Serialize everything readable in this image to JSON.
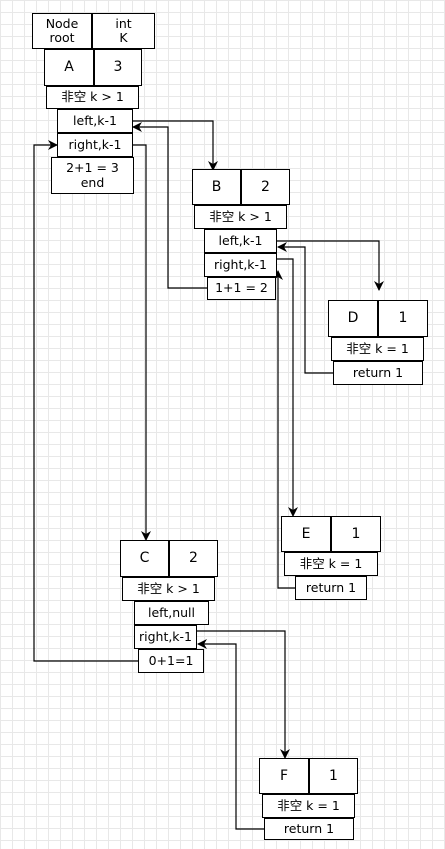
{
  "header": {
    "node_label": "Node\nroot",
    "int_label": "int\nK"
  },
  "nodes": {
    "A": {
      "name": "A",
      "value": "3",
      "condition": "非空 k > 1",
      "left": "left,k-1",
      "right": "right,k-1",
      "result": "2+1 = 3\nend"
    },
    "B": {
      "name": "B",
      "value": "2",
      "condition": "非空 k > 1",
      "left": "left,k-1",
      "right": "right,k-1",
      "result": "1+1 = 2"
    },
    "C": {
      "name": "C",
      "value": "2",
      "condition": "非空 k > 1",
      "left": "left,null",
      "right": "right,k-1",
      "result": "0+1=1"
    },
    "D": {
      "name": "D",
      "value": "1",
      "condition": "非空 k = 1",
      "result": "return 1"
    },
    "E": {
      "name": "E",
      "value": "1",
      "condition": "非空 k = 1",
      "result": "return 1"
    },
    "F": {
      "name": "F",
      "value": "1",
      "condition": "非空 k = 1",
      "result": "return 1"
    }
  }
}
